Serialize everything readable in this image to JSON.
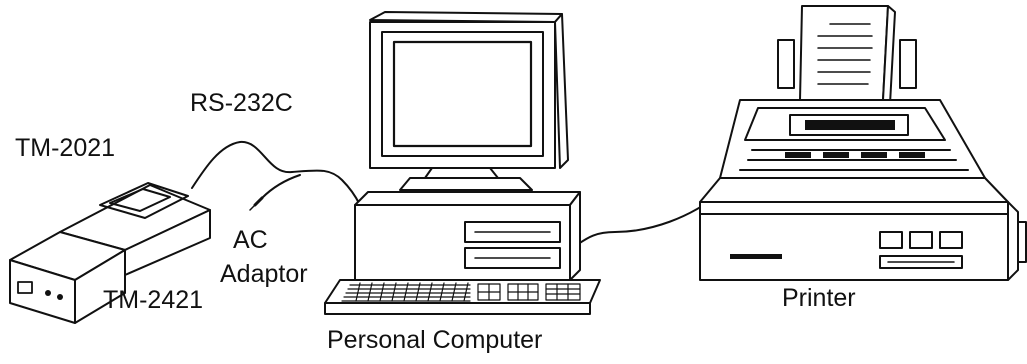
{
  "labels": {
    "rs232c": "RS-232C",
    "tm2021": "TM-2021",
    "ac_line1": "AC",
    "ac_line2": "Adaptor",
    "tm2421": "TM-2421",
    "personal_computer": "Personal Computer",
    "printer": "Printer"
  },
  "colors": {
    "stroke": "#111111",
    "background": "#ffffff"
  }
}
